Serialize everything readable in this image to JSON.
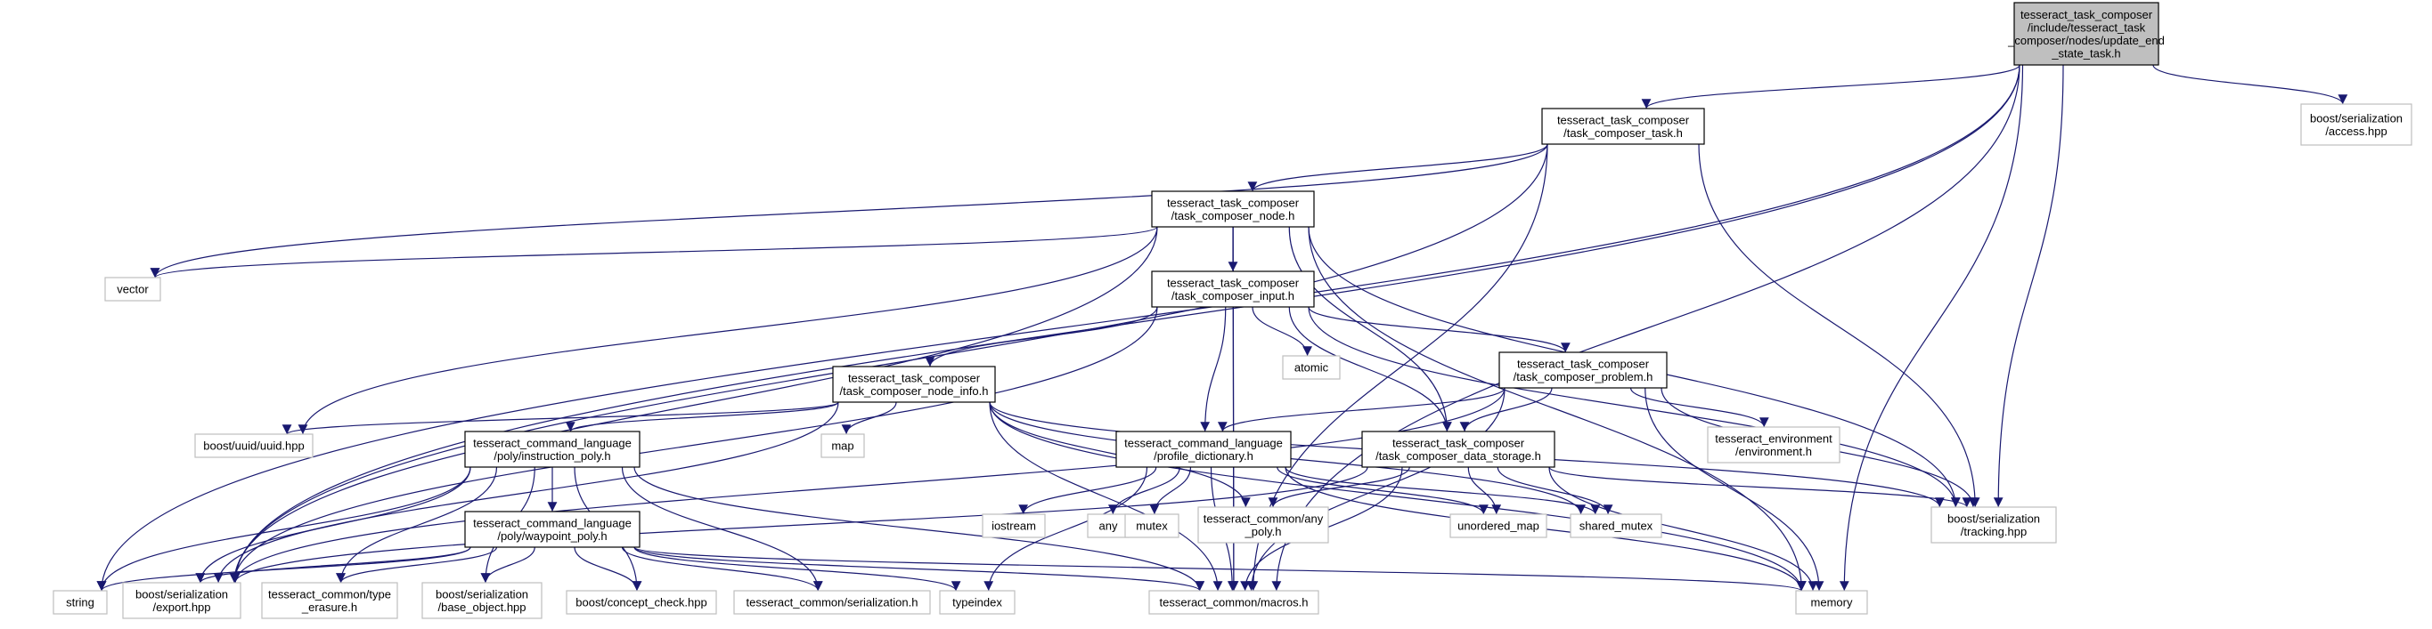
{
  "colors": {
    "edge": "#191970",
    "root_fill": "#bfbfbf",
    "external_border": "#bfbfbf",
    "node_border": "#000000"
  },
  "nodes": {
    "root": {
      "lines": [
        "tesseract_task_composer",
        "/include/tesseract_task",
        "_composer/nodes/update_end",
        "_state_task.h"
      ]
    },
    "task": {
      "lines": [
        "tesseract_task_composer",
        "/task_composer_task.h"
      ]
    },
    "node": {
      "lines": [
        "tesseract_task_composer",
        "/task_composer_node.h"
      ]
    },
    "input": {
      "lines": [
        "tesseract_task_composer",
        "/task_composer_input.h"
      ]
    },
    "nodeinfo": {
      "lines": [
        "tesseract_task_composer",
        "/task_composer_node_info.h"
      ]
    },
    "problem": {
      "lines": [
        "tesseract_task_composer",
        "/task_composer_problem.h"
      ]
    },
    "instr": {
      "lines": [
        "tesseract_command_language",
        "/poly/instruction_poly.h"
      ]
    },
    "waypoint": {
      "lines": [
        "tesseract_command_language",
        "/poly/waypoint_poly.h"
      ]
    },
    "profile": {
      "lines": [
        "tesseract_command_language",
        "/profile_dictionary.h"
      ]
    },
    "datastore": {
      "lines": [
        "tesseract_task_composer",
        "/task_composer_data_storage.h"
      ]
    },
    "access": {
      "lines": [
        "boost/serialization",
        "/access.hpp"
      ]
    },
    "vector": {
      "lines": [
        "vector"
      ]
    },
    "atomic": {
      "lines": [
        "atomic"
      ]
    },
    "uuid": {
      "lines": [
        "boost/uuid/uuid.hpp"
      ]
    },
    "map": {
      "lines": [
        "map"
      ]
    },
    "envh": {
      "lines": [
        "tesseract_environment",
        "/environment.h"
      ]
    },
    "tracking": {
      "lines": [
        "boost/serialization",
        "/tracking.hpp"
      ]
    },
    "iostream": {
      "lines": [
        "iostream"
      ]
    },
    "any": {
      "lines": [
        "any"
      ]
    },
    "mutex": {
      "lines": [
        "mutex"
      ]
    },
    "anypoly": {
      "lines": [
        "tesseract_common/any",
        "_poly.h"
      ]
    },
    "umap": {
      "lines": [
        "unordered_map"
      ]
    },
    "smutex": {
      "lines": [
        "shared_mutex"
      ]
    },
    "string": {
      "lines": [
        "string"
      ]
    },
    "export": {
      "lines": [
        "boost/serialization",
        "/export.hpp"
      ]
    },
    "erasure": {
      "lines": [
        "tesseract_common/type",
        "_erasure.h"
      ]
    },
    "baseobj": {
      "lines": [
        "boost/serialization",
        "/base_object.hpp"
      ]
    },
    "concept": {
      "lines": [
        "boost/concept_check.hpp"
      ]
    },
    "serialization": {
      "lines": [
        "tesseract_common/serialization.h"
      ]
    },
    "typeindex": {
      "lines": [
        "typeindex"
      ]
    },
    "macros": {
      "lines": [
        "tesseract_common/macros.h"
      ]
    },
    "memory": {
      "lines": [
        "memory"
      ]
    }
  }
}
